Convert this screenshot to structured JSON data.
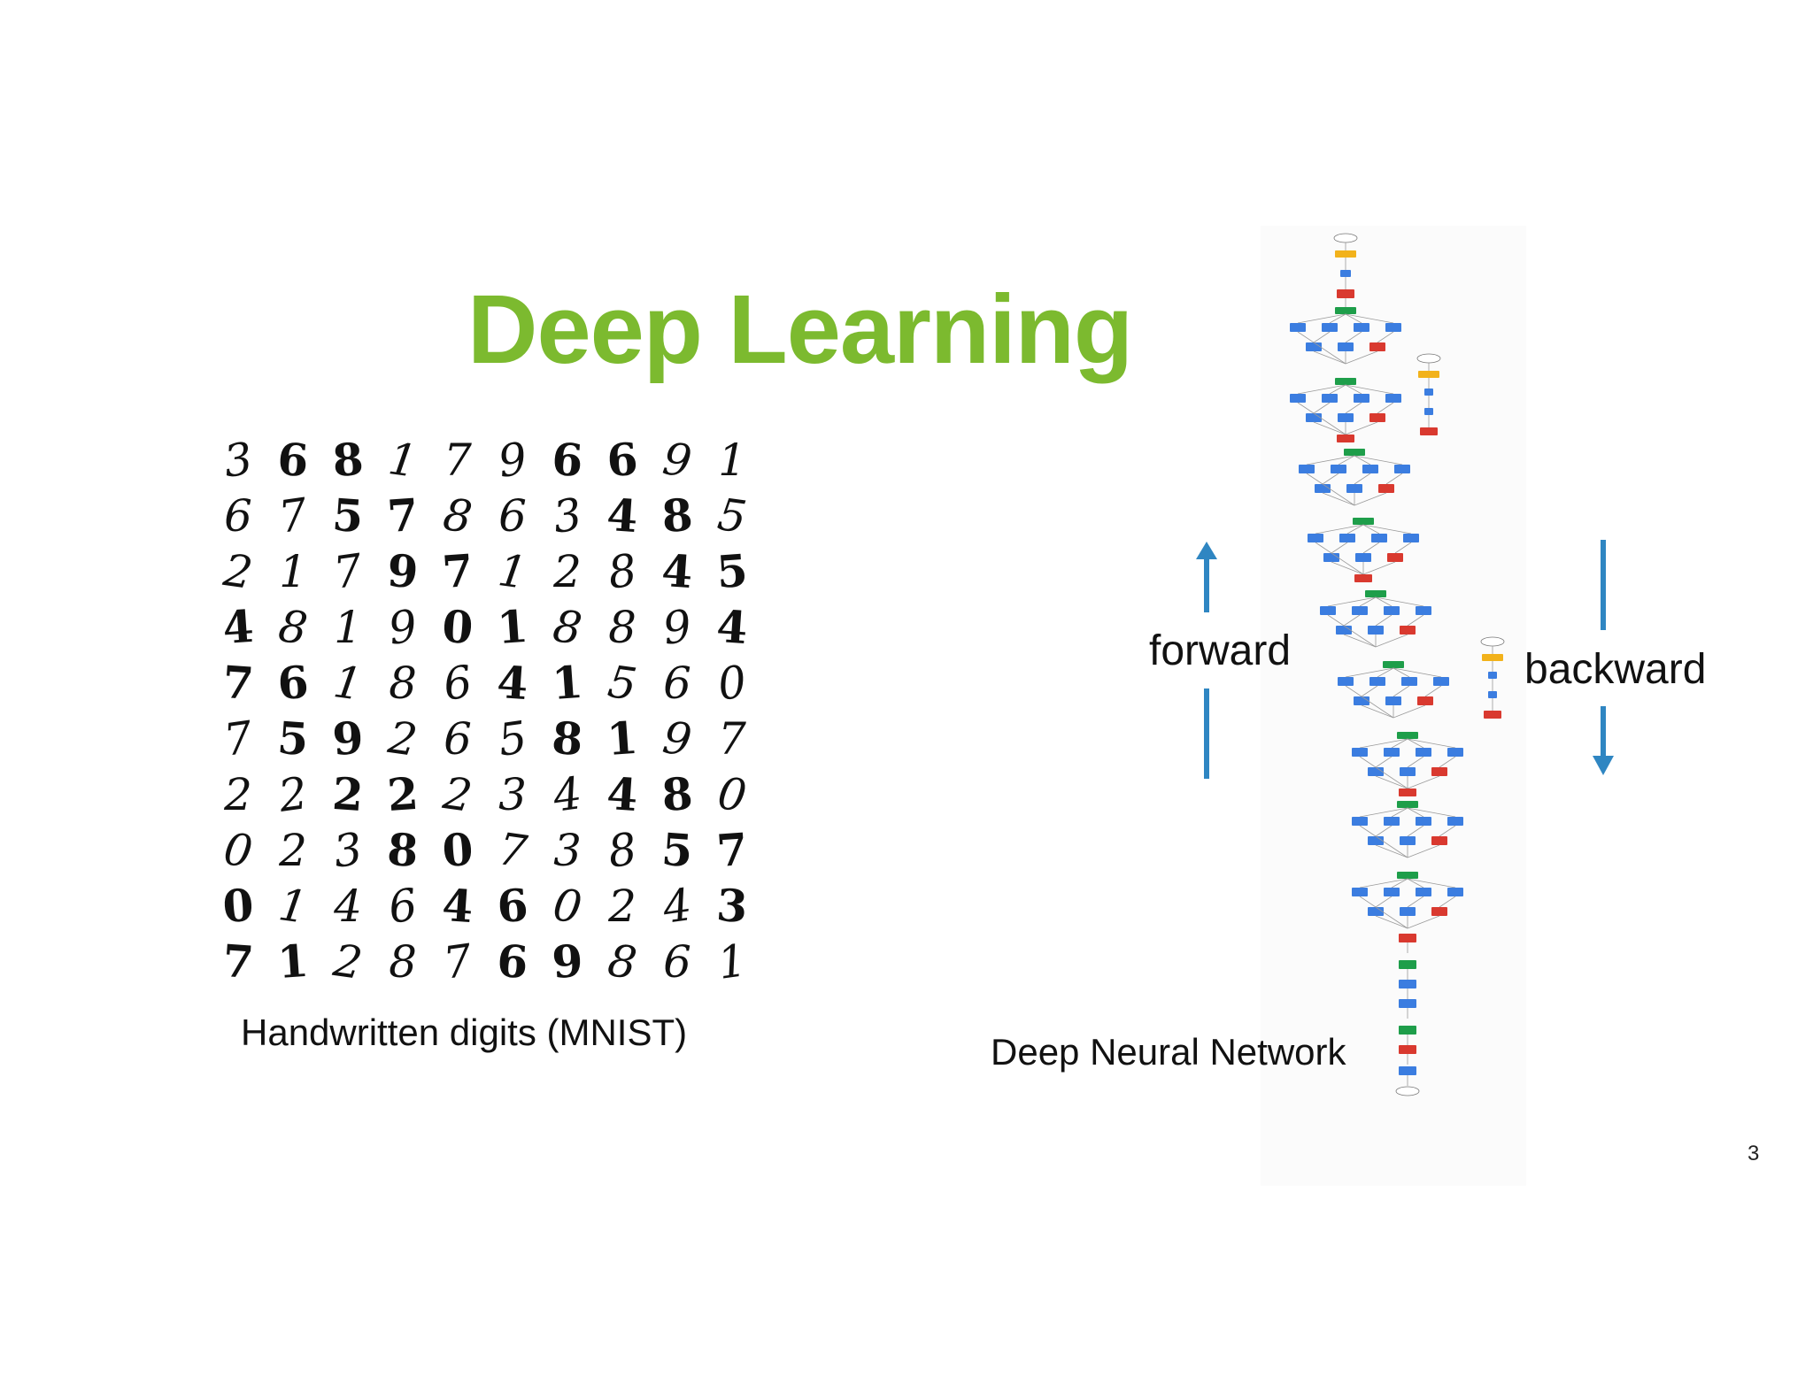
{
  "slide": {
    "title": "Deep Learning",
    "page_number": "3"
  },
  "mnist": {
    "caption": "Handwritten digits (MNIST)",
    "rows": [
      [
        "3",
        "6",
        "8",
        "1",
        "7",
        "9",
        "6",
        "6",
        "9",
        "1"
      ],
      [
        "6",
        "7",
        "5",
        "7",
        "8",
        "6",
        "3",
        "4",
        "8",
        "5"
      ],
      [
        "2",
        "1",
        "7",
        "9",
        "7",
        "1",
        "2",
        "8",
        "4",
        "5"
      ],
      [
        "4",
        "8",
        "1",
        "9",
        "0",
        "1",
        "8",
        "8",
        "9",
        "4"
      ],
      [
        "7",
        "6",
        "1",
        "8",
        "6",
        "4",
        "1",
        "5",
        "6",
        "0"
      ],
      [
        "7",
        "5",
        "9",
        "2",
        "6",
        "5",
        "8",
        "1",
        "9",
        "7"
      ],
      [
        "2",
        "2",
        "2",
        "2",
        "2",
        "3",
        "4",
        "4",
        "8",
        "0"
      ],
      [
        "0",
        "2",
        "3",
        "8",
        "0",
        "7",
        "3",
        "8",
        "5",
        "7"
      ],
      [
        "0",
        "1",
        "4",
        "6",
        "4",
        "6",
        "0",
        "2",
        "4",
        "3"
      ],
      [
        "7",
        "1",
        "2",
        "8",
        "7",
        "6",
        "9",
        "8",
        "6",
        "1"
      ]
    ]
  },
  "network": {
    "caption": "Deep Neural Network",
    "forward_label": "forward",
    "backward_label": "backward",
    "colors": {
      "conv": "#3b7de0",
      "pool": "#d9392f",
      "concat": "#1e9e4a",
      "softmax": "#f2b21b",
      "arrow": "#2f86c2"
    }
  }
}
